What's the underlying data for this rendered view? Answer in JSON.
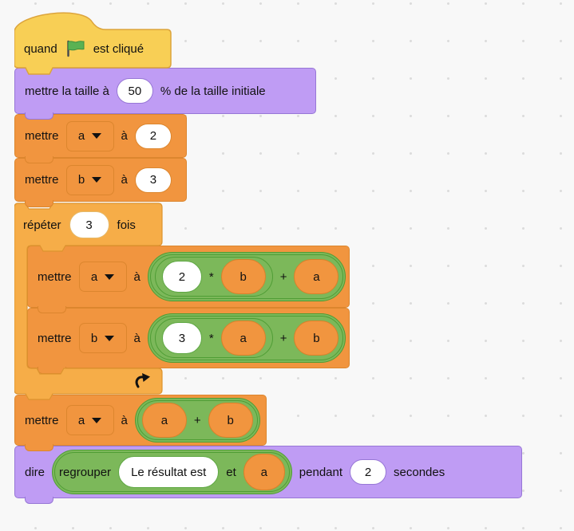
{
  "colors": {
    "events_fill": "#F8CF55",
    "events_border": "#DCA43C",
    "looks_fill": "#BF9CF4",
    "looks_border": "#9777D6",
    "variables_fill": "#F1953F",
    "variables_border": "#DC862E",
    "control_fill": "#F6AD48",
    "control_border": "#DD942F",
    "operators_fill": "#7CB85A",
    "operators_border": "#4F9D35",
    "background": "#F8F8F8"
  },
  "icons": {
    "flag": "green-flag-icon",
    "loop": "loop-arrow-icon",
    "dropdown": "chevron-down-icon"
  },
  "script": {
    "when_flag_clicked": {
      "text_before": "quand",
      "text_after": "est cliqué"
    },
    "set_size": {
      "text_before": "mettre la taille à",
      "value": "50",
      "text_after": "% de la taille initiale"
    },
    "set_a": {
      "verb": "mettre",
      "variable": "a",
      "prep": "à",
      "value": "2"
    },
    "set_b": {
      "verb": "mettre",
      "variable": "b",
      "prep": "à",
      "value": "3"
    },
    "repeat": {
      "verb": "répéter",
      "times": "3",
      "suffix": "fois"
    },
    "loop_set_a": {
      "verb": "mettre",
      "variable": "a",
      "prep": "à",
      "mul_left": "2",
      "mul_op": "*",
      "mul_right": "b",
      "add_op": "+",
      "add_right": "a"
    },
    "loop_set_b": {
      "verb": "mettre",
      "variable": "b",
      "prep": "à",
      "mul_left": "3",
      "mul_op": "*",
      "mul_right": "a",
      "add_op": "+",
      "add_right": "b"
    },
    "set_a_sum": {
      "verb": "mettre",
      "variable": "a",
      "prep": "à",
      "left": "a",
      "op": "+",
      "right": "b"
    },
    "say": {
      "verb": "dire",
      "join_label": "regrouper",
      "join_text": "Le résultat est",
      "join_et": "et",
      "join_variable": "a",
      "pendant": "pendant",
      "seconds": "2",
      "secondes": "secondes"
    }
  }
}
